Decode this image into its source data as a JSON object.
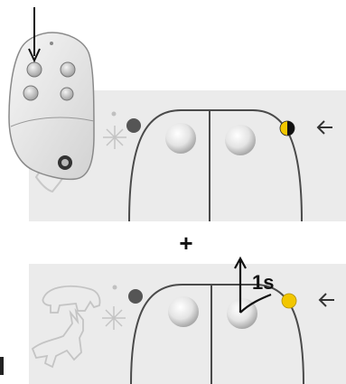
{
  "plus_sign": "+",
  "hold_duration": "1s",
  "indicator_colors": {
    "panel_bg": "#ebebeb",
    "left_led": "#555555",
    "led_yellow": "#f2c700",
    "led_black": "#111111"
  },
  "step1": {
    "right_led_state": "half-yellow-half-black"
  },
  "step2": {
    "right_led_state": "yellow"
  }
}
